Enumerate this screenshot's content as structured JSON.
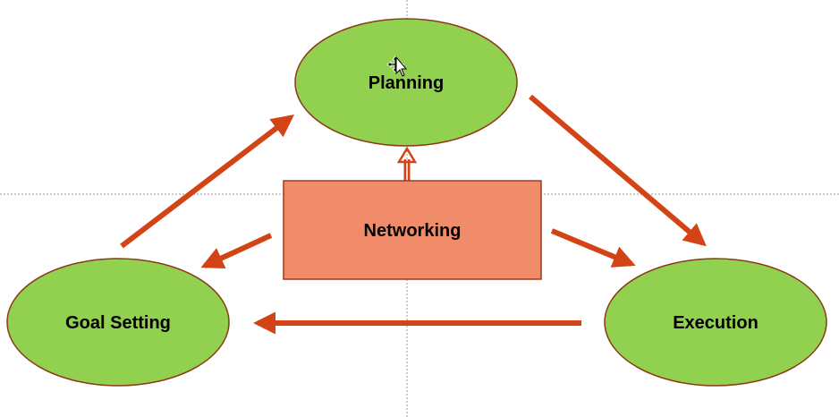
{
  "diagram": {
    "nodes": {
      "planning": {
        "label": "Planning",
        "shape": "ellipse"
      },
      "goal_setting": {
        "label": "Goal Setting",
        "shape": "ellipse"
      },
      "execution": {
        "label": "Execution",
        "shape": "ellipse"
      },
      "networking": {
        "label": "Networking",
        "shape": "rectangle"
      }
    },
    "edges": [
      {
        "from": "Goal Setting",
        "to": "Planning"
      },
      {
        "from": "Planning",
        "to": "Execution"
      },
      {
        "from": "Execution",
        "to": "Goal Setting"
      },
      {
        "from": "Networking",
        "to": "Planning"
      },
      {
        "from": "Networking",
        "to": "Goal Setting"
      },
      {
        "from": "Networking",
        "to": "Execution"
      }
    ],
    "colors": {
      "ellipse_fill": "#92d050",
      "ellipse_stroke": "#8b3a16",
      "rect_fill": "#f08c6a",
      "rect_stroke": "#a0391c",
      "arrow": "#d24316",
      "guide": "#9a9a9a"
    },
    "overlay": {
      "cursor_icon": "move-cursor-icon"
    }
  }
}
